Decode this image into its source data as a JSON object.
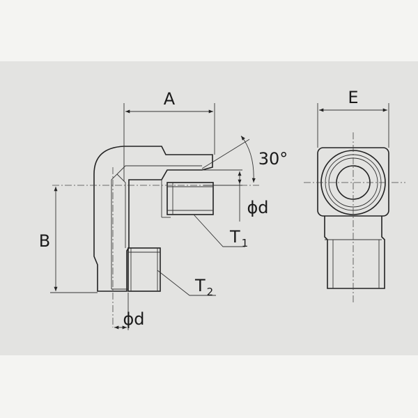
{
  "labels": {
    "dim_a": "A",
    "dim_b": "B",
    "dim_e": "E",
    "angle": "30°",
    "dia_right": "ϕd",
    "dia_bottom": "ϕd",
    "thread_1": "T",
    "thread_1_sub": "1",
    "thread_2": "T",
    "thread_2_sub": "2"
  }
}
